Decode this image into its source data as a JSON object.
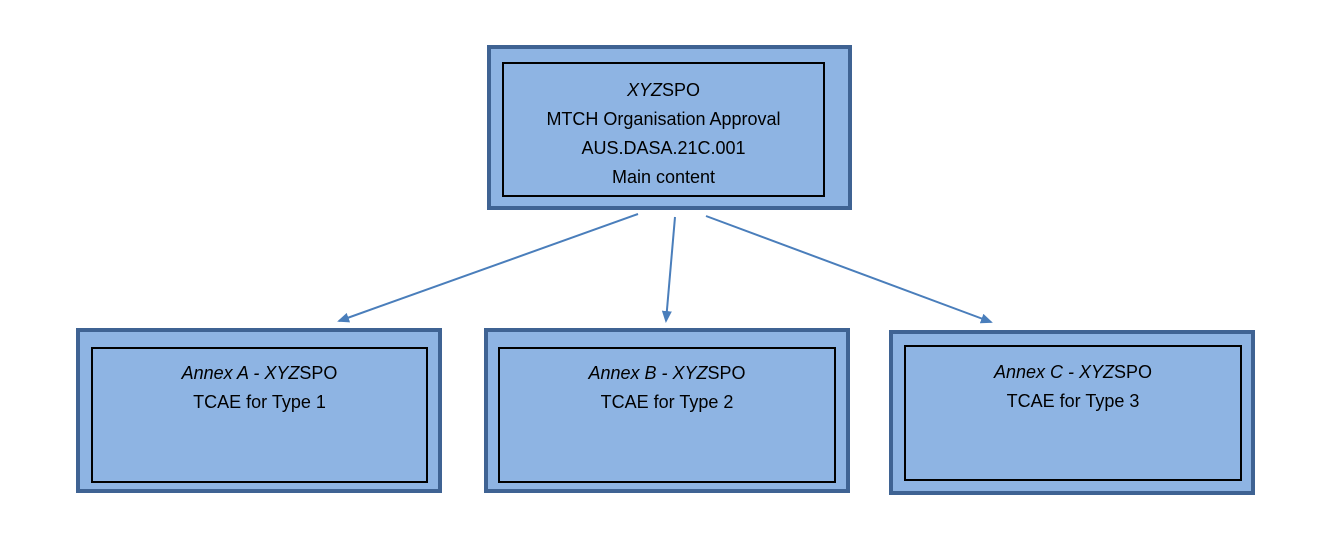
{
  "main": {
    "line1_italic": "XYZ",
    "line1_rest": "SPO",
    "line2": "MTCH Organisation Approval",
    "line3": "AUS.DASA.21C.001",
    "line4": "Main content"
  },
  "annexes": [
    {
      "title_italic": "Annex A - XYZ",
      "title_rest": "SPO",
      "subtitle": "TCAE for Type 1"
    },
    {
      "title_italic": "Annex B - XYZ",
      "title_rest": "SPO",
      "subtitle": "TCAE for Type 2"
    },
    {
      "title_italic": "Annex C - XYZ",
      "title_rest": "SPO",
      "subtitle": "TCAE for Type 3"
    }
  ],
  "colors": {
    "box_fill": "#8eb4e3",
    "box_border": "#3f6393",
    "arrow": "#4a7ebb"
  }
}
